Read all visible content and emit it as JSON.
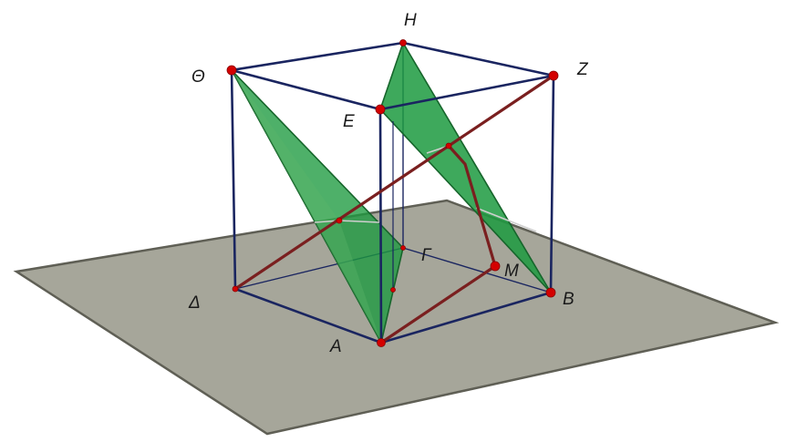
{
  "colors": {
    "background": "#ffffff",
    "ground_plane": "#a6a69a",
    "ground_edge": "#5f5f55",
    "cube_edge": "#1a2560",
    "triangle_fill": "#1c9a3f",
    "triangle_edge": "#16652b",
    "segment": "#7a1f1f",
    "vertex": "#d40000",
    "hidden_line": "#cfcfcf"
  },
  "vertices": {
    "A": "Α",
    "B": "Β",
    "G": "Γ",
    "D": "Δ",
    "E": "Ε",
    "Z": "Ζ",
    "H": "Η",
    "TH": "Θ",
    "M": "Μ"
  }
}
